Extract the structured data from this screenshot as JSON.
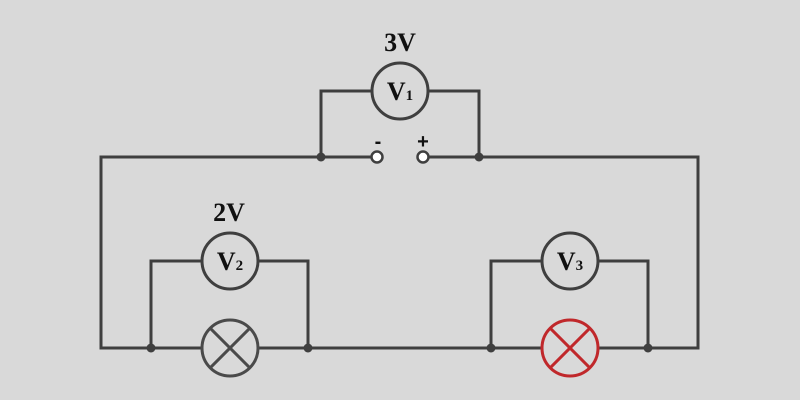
{
  "colors": {
    "background": "#d9d9d9",
    "wire": "#3f3f3f",
    "lamp_left": "#4a4a4a",
    "lamp_right": "#c0282b"
  },
  "source": {
    "negative_label": "-",
    "positive_label": "+"
  },
  "voltmeters": [
    {
      "letter": "V",
      "subscript": "1",
      "reading": "3V"
    },
    {
      "letter": "V",
      "subscript": "2",
      "reading": "2V"
    },
    {
      "letter": "V",
      "subscript": "3",
      "reading": ""
    }
  ],
  "lamps": [
    {
      "icon": "bulb-icon",
      "color_key": "lamp_left"
    },
    {
      "icon": "bulb-icon",
      "color_key": "lamp_right"
    }
  ]
}
